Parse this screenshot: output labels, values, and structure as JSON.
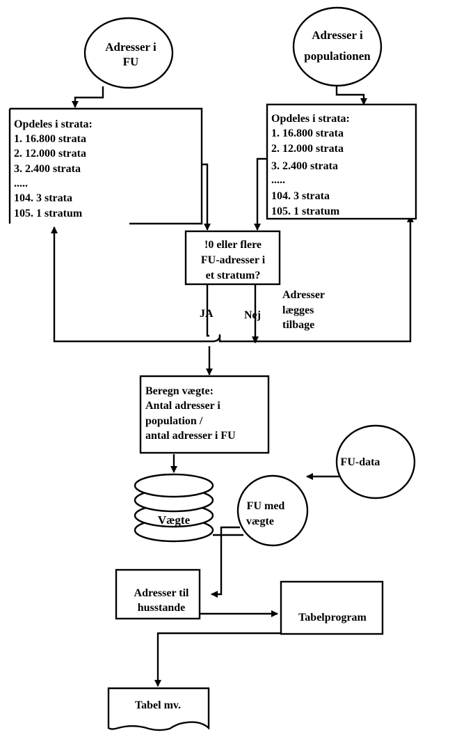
{
  "nodes": {
    "addr_fu": {
      "lines": [
        "Adresser i",
        "FU"
      ]
    },
    "addr_pop": {
      "lines": [
        "Adresser i",
        "populationen"
      ]
    },
    "strata_left": {
      "lines": [
        "Opdeles i strata:",
        "1. 16.800 strata",
        "2. 12.000 strata",
        "3. 2.400 strata",
        ".....",
        "104. 3 strata",
        "105. 1 stratum"
      ]
    },
    "strata_right": {
      "lines": [
        "Opdeles i strata:",
        "1. 16.800 strata",
        "2. 12.000 strata",
        "3. 2.400 strata",
        ".....",
        "104. 3 strata",
        "105. 1 stratum"
      ]
    },
    "decision": {
      "lines": [
        "!0 eller flere",
        "FU-adresser i",
        "et stratum?"
      ]
    },
    "weights": {
      "lines": [
        "Beregn vægte:",
        "Antal adresser i",
        "population /",
        "antal adresser i FU"
      ]
    },
    "vaegte_db": {
      "label": "Vægte"
    },
    "fu_data": {
      "label": "FU-data"
    },
    "fu_med_vaegte": {
      "lines": [
        "FU med",
        "vægte"
      ]
    },
    "adresser_husstande": {
      "lines": [
        "Adresser til",
        "husstande"
      ]
    },
    "tabelprogram": {
      "label": "Tabelprogram"
    },
    "tabel": {
      "label": "Tabel mv."
    }
  },
  "edge_labels": {
    "ja": "JA",
    "nej": "Nej",
    "return": [
      "Adresser",
      "lægges",
      "tilbage"
    ]
  }
}
